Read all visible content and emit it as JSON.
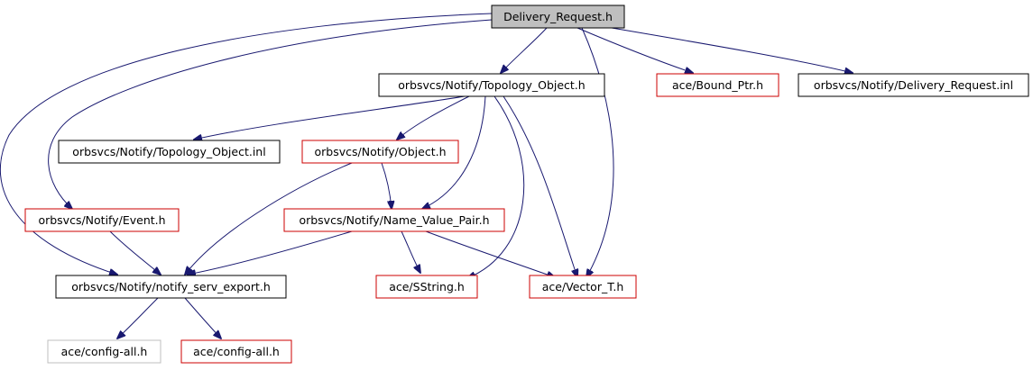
{
  "diagram": {
    "colors": {
      "edge": "#191970",
      "root_fill": "#bfbfbf",
      "border_black": "#000000",
      "border_red": "#cc0000",
      "border_gray": "#bfbfbf"
    },
    "nodes": [
      {
        "id": "delivery_request_h",
        "label": "Delivery_Request.h",
        "style": "root"
      },
      {
        "id": "topology_object_h",
        "label": "orbsvcs/Notify/Topology_Object.h",
        "style": "black"
      },
      {
        "id": "bound_ptr_h",
        "label": "ace/Bound_Ptr.h",
        "style": "red"
      },
      {
        "id": "delivery_request_inl",
        "label": "orbsvcs/Notify/Delivery_Request.inl",
        "style": "black"
      },
      {
        "id": "topology_object_inl",
        "label": "orbsvcs/Notify/Topology_Object.inl",
        "style": "black"
      },
      {
        "id": "object_h",
        "label": "orbsvcs/Notify/Object.h",
        "style": "red"
      },
      {
        "id": "event_h",
        "label": "orbsvcs/Notify/Event.h",
        "style": "red"
      },
      {
        "id": "name_value_pair_h",
        "label": "orbsvcs/Notify/Name_Value_Pair.h",
        "style": "red"
      },
      {
        "id": "notify_serv_export_h",
        "label": "orbsvcs/Notify/notify_serv_export.h",
        "style": "black"
      },
      {
        "id": "sstring_h",
        "label": "ace/SString.h",
        "style": "red"
      },
      {
        "id": "vector_t_h",
        "label": "ace/Vector_T.h",
        "style": "red"
      },
      {
        "id": "config_all_h_gray",
        "label": "ace/config-all.h",
        "style": "gray"
      },
      {
        "id": "config_all_h_red",
        "label": "ace/config-all.h",
        "style": "red"
      }
    ],
    "edges": [
      {
        "from": "delivery_request_h",
        "to": "topology_object_h"
      },
      {
        "from": "delivery_request_h",
        "to": "bound_ptr_h"
      },
      {
        "from": "delivery_request_h",
        "to": "delivery_request_inl"
      },
      {
        "from": "delivery_request_h",
        "to": "event_h"
      },
      {
        "from": "delivery_request_h",
        "to": "notify_serv_export_h"
      },
      {
        "from": "delivery_request_h",
        "to": "vector_t_h"
      },
      {
        "from": "topology_object_h",
        "to": "topology_object_inl"
      },
      {
        "from": "topology_object_h",
        "to": "object_h"
      },
      {
        "from": "topology_object_h",
        "to": "name_value_pair_h"
      },
      {
        "from": "topology_object_h",
        "to": "sstring_h"
      },
      {
        "from": "topology_object_h",
        "to": "vector_t_h"
      },
      {
        "from": "object_h",
        "to": "name_value_pair_h"
      },
      {
        "from": "object_h",
        "to": "notify_serv_export_h"
      },
      {
        "from": "event_h",
        "to": "notify_serv_export_h"
      },
      {
        "from": "name_value_pair_h",
        "to": "notify_serv_export_h"
      },
      {
        "from": "name_value_pair_h",
        "to": "sstring_h"
      },
      {
        "from": "name_value_pair_h",
        "to": "vector_t_h"
      },
      {
        "from": "notify_serv_export_h",
        "to": "config_all_h_gray"
      },
      {
        "from": "notify_serv_export_h",
        "to": "config_all_h_red"
      }
    ]
  }
}
